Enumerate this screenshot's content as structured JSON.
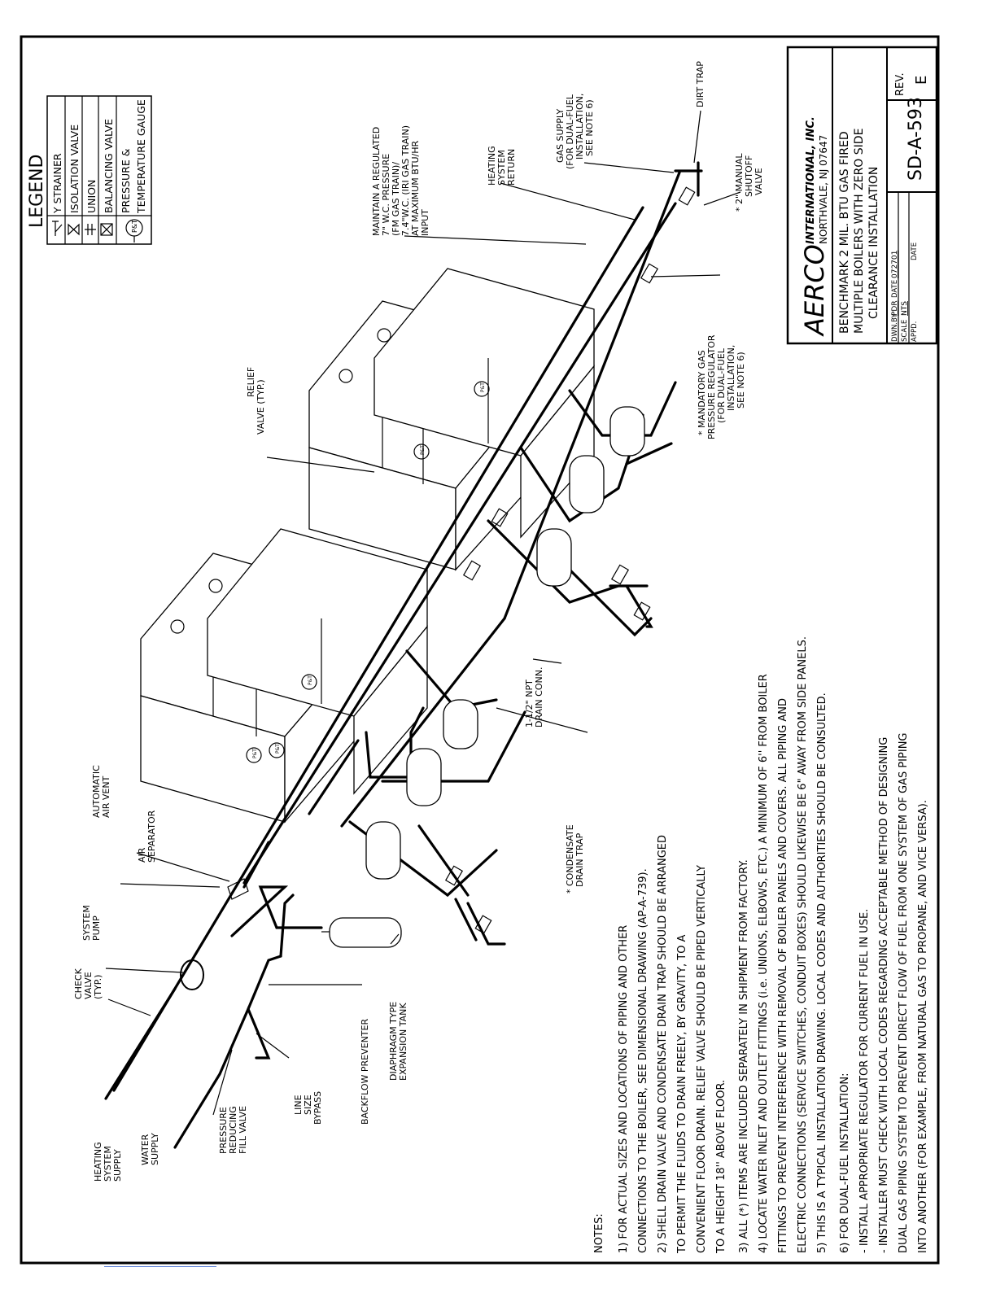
{
  "legend": {
    "title": "LEGEND",
    "items": [
      {
        "icon": "y-strainer-icon",
        "label": "Y STRAINER"
      },
      {
        "icon": "isolation-valve-icon",
        "label": "ISOLATION VALVE"
      },
      {
        "icon": "union-icon",
        "label": "UNION"
      },
      {
        "icon": "balancing-valve-icon",
        "label": "BALANCING VALVE"
      },
      {
        "icon": "pt-gauge-icon",
        "label": "PRESSURE &",
        "label2": "TEMPERATURE GAUGE",
        "symbol": "P&T"
      }
    ]
  },
  "title_block": {
    "company": "AERCO",
    "company_suffix": "INTERNATIONAL, INC.",
    "address": "NORTHVALE, NJ    07647",
    "title_lines": [
      "BENCHMARK 2 MIL. BTU GAS FIRED",
      "MULTIPLE BOILERS WITH ZERO SIDE",
      "CLEARANCE INSTALLATION"
    ],
    "rev_label": "REV.",
    "rev_value": "E",
    "drawing_number": "SD-A-593",
    "dwn_by_label": "DWN.BY",
    "dwn_by_value": "PDR",
    "date_label": "DATE",
    "date_value": "072701",
    "scale_label": "SCALE",
    "scale_value": "NTS",
    "appd_label": "APPD.",
    "appd_date_label": "DATE"
  },
  "callouts": {
    "heating_system_supply": [
      "HEATING",
      "SYSTEM",
      "SUPPLY"
    ],
    "water_supply": [
      "WATER",
      "SUPPLY"
    ],
    "check_valve": [
      "CHECK",
      "VALVE",
      "(TYP.)"
    ],
    "system_pump": [
      "SYSTEM",
      "PUMP"
    ],
    "automatic_air_vent": [
      "AUTOMATIC",
      "AIR VENT"
    ],
    "air_separator": [
      "AIR",
      "SEPARATOR"
    ],
    "pressure_reducing_fill_valve": [
      "PRESSURE",
      "REDUCING",
      "FILL VALVE"
    ],
    "line_size_bypass": [
      "LINE",
      "SIZE",
      "BYPASS"
    ],
    "backflow_preventer": [
      "BACKFLOW PREVENTER"
    ],
    "expansion_tank": [
      "DIAPHRAGM TYPE",
      "EXPANSION TANK"
    ],
    "condensate_drain_trap": [
      "* CONDENSATE",
      "DRAIN TRAP"
    ],
    "drain_conn": [
      "1-1/2\" NPT",
      "DRAIN CONN."
    ],
    "relief_valve": [
      "RELIEF",
      "VALVE (TYP.)"
    ],
    "gas_pressure_regulator": [
      "* MANDATORY GAS",
      "PRESSURE REGULATOR",
      "(FOR DUAL-FUEL",
      "INSTALLATION,",
      "SEE NOTE 6)"
    ],
    "regulated_pressure": [
      "MAINTAIN A REGULATED",
      "7\" W.C. PRESSURE",
      "(FM GAS TRAIN)/",
      "7.4\"W.C. (IRI GAS TRAIN)",
      "AT MAXIMUM BTU/HR",
      "INPUT"
    ],
    "heating_system_return": [
      "HEATING",
      "SYSTEM",
      "RETURN"
    ],
    "gas_supply": [
      "GAS SUPPLY",
      "(FOR DUAL-FUEL",
      "INSTALLATION,",
      "SEE NOTE 6)"
    ],
    "dirt_trap": [
      "DIRT TRAP"
    ],
    "manual_shutoff": [
      "* 2\" MANUAL",
      "SHUTOFF",
      "VALVE"
    ],
    "pt_symbol": "P&T"
  },
  "notes": {
    "heading": "NOTES:",
    "lines": [
      "1)  FOR ACTUAL SIZES AND LOCATIONS OF PIPING AND OTHER",
      "     CONNECTIONS TO THE BOILER, SEE DIMENSIONAL DRAWING (AP-A-739).",
      "2)  SHELL DRAIN VALVE AND CONDENSATE DRAIN TRAP SHOULD BE ARRANGED",
      "     TO PERMIT THE FLUIDS TO DRAIN FREELY, BY GRAVITY, TO A",
      "     CONVENIENT FLOOR DRAIN.   RELIEF VALVE SHOULD BE PIPED VERTICALLY",
      "     TO A HEIGHT 18'' ABOVE FLOOR.",
      "3)  ALL (*) ITEMS ARE INCLUDED SEPARATELY IN SHIPMENT FROM FACTORY.",
      "4)  LOCATE WATER INLET AND OUTLET FITTINGS (i.e. UNIONS, ELBOWS, ETC.) A MINIMUM OF 6'' FROM BOILER",
      "     FITTINGS TO PREVENT INTERFERENCE WITH REMOVAL OF BOILER PANELS AND COVERS.   ALL PIPING AND",
      "     ELECTRIC CONNECTIONS (SERVICE SWITCHES, CONDUIT BOXES) SHOULD LIKEWISE BE 6\" AWAY FROM SIDE PANELS.",
      "5)  THIS IS A TYPICAL INSTALLATION DRAWING.   LOCAL CODES AND AUTHORITIES SHOULD BE CONSULTED.",
      "6)  FOR DUAL-FUEL INSTALLATION:",
      "     -  INSTALL APPROPRIATE REGULATOR FOR CURRENT FUEL IN USE.",
      "     -  INSTALLER MUST CHECK WITH LOCAL CODES REGARDING ACCEPTABLE METHOD OF DESIGNING",
      "        DUAL GAS PIPING SYSTEM TO PREVENT DIRECT FLOW OF FUEL FROM ONE SYSTEM OF GAS PIPING",
      "        INTO ANOTHER (FOR EXAMPLE, FROM NATURAL GAS TO PROPANE, AND VICE VERSA)."
    ]
  }
}
